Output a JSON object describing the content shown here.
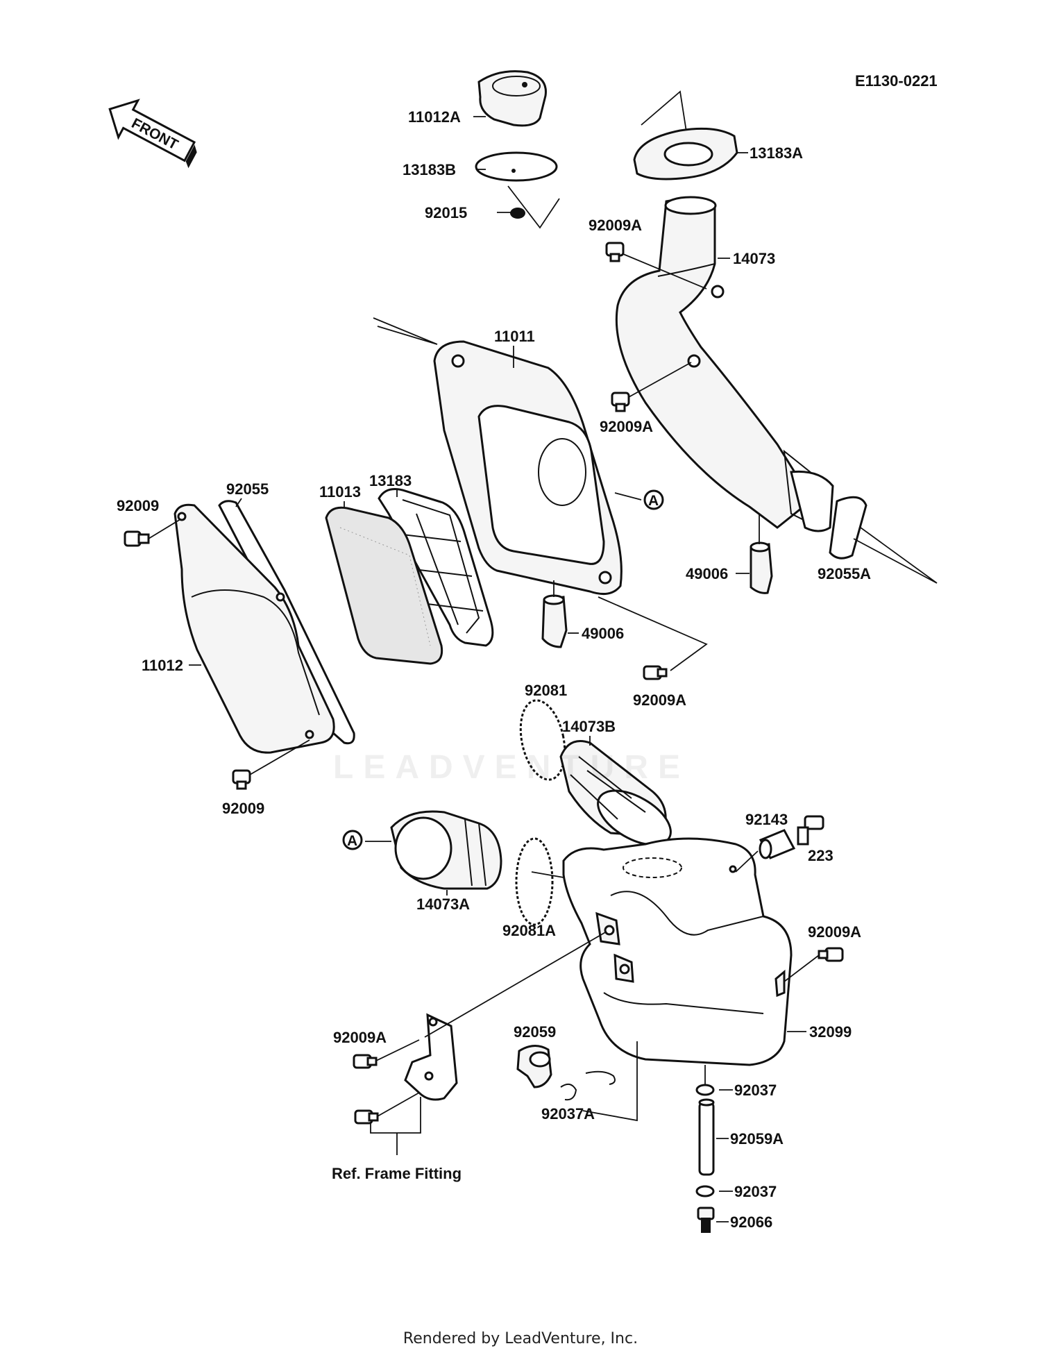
{
  "diagram_code": "E1130-0221",
  "front_label": "FRONT",
  "watermark": "LEADVENTURE",
  "footer": "Rendered by LeadVenture, Inc.",
  "parts": {
    "p11012A": "11012A",
    "p13183B": "13183B",
    "p92015": "92015",
    "p13183A": "13183A",
    "p92009A_top": "92009A",
    "p14073": "14073",
    "p11011": "11011",
    "p92009A_duct": "92009A",
    "p13183": "13183",
    "p11013": "11013",
    "p92055": "92055",
    "p92009_left": "92009",
    "p11012": "11012",
    "p49006_mid": "49006",
    "p49006_right": "49006",
    "p92055A": "92055A",
    "p92009A_mid": "92009A",
    "p92081": "92081",
    "p14073B": "14073B",
    "p92009_bottom": "92009",
    "p92143": "92143",
    "p223": "223",
    "p14073A": "14073A",
    "p92081A": "92081A",
    "p92009A_right": "92009A",
    "p32099": "32099",
    "p92009A_bracket": "92009A",
    "p92059": "92059",
    "p92037_top": "92037",
    "p92037A": "92037A",
    "p92059A": "92059A",
    "p92037_bottom": "92037",
    "p92066": "92066",
    "ref_frame_fitting": "Ref. Frame Fitting",
    "ref_A_1": "A",
    "ref_A_2": "A"
  }
}
